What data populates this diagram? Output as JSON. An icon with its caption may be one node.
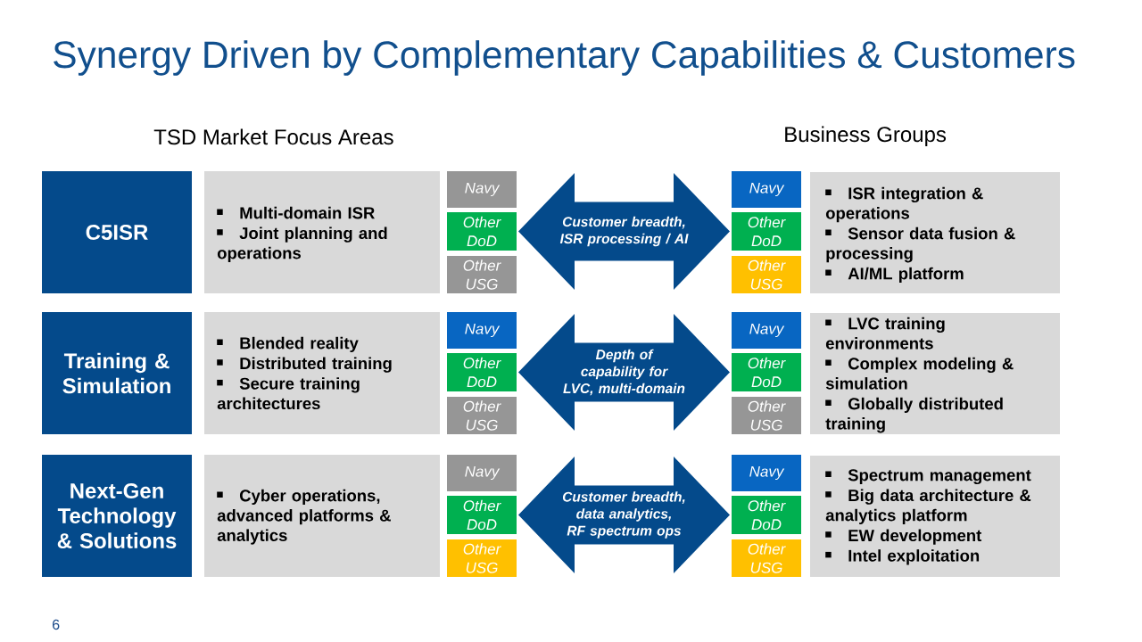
{
  "diagram": {
    "title": "Synergy Driven by Complementary Capabilities & Customers",
    "nodes": [
      {
        "text": [
          "C5ISR"
        ]
      },
      {
        "text": [
          "Multi-domain ISR",
          "Joint planning and operations"
        ]
      },
      {
        "text": [
          "Navy"
        ]
      },
      {
        "text": [
          "Other DoD"
        ]
      },
      {
        "text": [
          "Other USG"
        ]
      },
      {
        "text": [
          "Customer breadth, ISR processing / AI"
        ]
      },
      {
        "text": [
          "Navy"
        ]
      },
      {
        "text": [
          "Other DoD"
        ]
      },
      {
        "text": [
          "Other USG"
        ]
      },
      {
        "text": [
          "ISR integration & operations",
          "Sensor data fusion & processing",
          "AI/ML platform"
        ]
      },
      {
        "text": [
          "Training & Simulation"
        ]
      },
      {
        "text": [
          "Blended reality",
          "Distributed training",
          "Secure training architectures"
        ]
      },
      {
        "text": [
          "Navy"
        ]
      },
      {
        "text": [
          "Other DoD"
        ]
      },
      {
        "text": [
          "Other USG"
        ]
      },
      {
        "text": [
          "Depth of capability for LVC, multi-domain"
        ]
      },
      {
        "text": [
          "Navy"
        ]
      },
      {
        "text": [
          "Other DoD"
        ]
      },
      {
        "text": [
          "Other USG"
        ]
      },
      {
        "text": [
          "LVC training environments",
          "Complex modeling & simulation",
          "Globally distributed training"
        ]
      },
      {
        "text": [
          "Next-Gen Technology & Solutions"
        ]
      },
      {
        "text": [
          "Cyber operations, advanced platforms & analytics"
        ]
      },
      {
        "text": [
          "Navy"
        ]
      },
      {
        "text": [
          "Other DoD"
        ]
      },
      {
        "text": [
          "Other USG"
        ]
      },
      {
        "text": [
          "Customer breadth, data analytics, RF spectrum ops"
        ]
      },
      {
        "text": [
          "Navy"
        ]
      },
      {
        "text": [
          "Other DoD"
        ]
      },
      {
        "text": [
          "Other USG"
        ]
      },
      {
        "text": [
          "Spectrum management",
          "Big data architecture & analytics platform",
          "EW development",
          "Intel exploitation"
        ]
      }
    ],
    "labels": [
      "TSD Market Focus Areas",
      "Business Groups",
      "6"
    ]
  }
}
